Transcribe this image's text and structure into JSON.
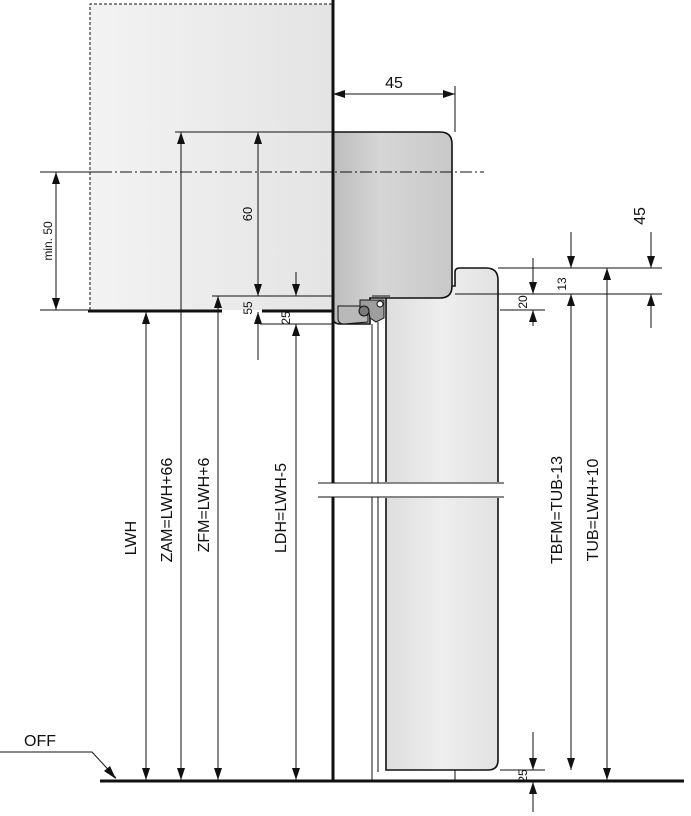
{
  "labels": {
    "dim_45_top": "45",
    "dim_45_right": "45",
    "min50": "min. 50",
    "dim_60": "60",
    "dim_55": "55",
    "dim_25_left": "25",
    "dim_20": "20",
    "dim_13": "13",
    "dim_25_bottom": "25",
    "lwh": "LWH",
    "zam": "ZAM=LWH+66",
    "zfm": "ZFM=LWH+6",
    "ldh": "LDH=LWH-5",
    "tbfm": "TBFM=TUB-13",
    "tub": "TUB=LWH+10",
    "off": "OFF"
  },
  "colors": {
    "wall_fill": "#ededed",
    "frame_fill": "#cfcfcf",
    "door_fill": "#e6e6e6",
    "line": "#111111"
  }
}
